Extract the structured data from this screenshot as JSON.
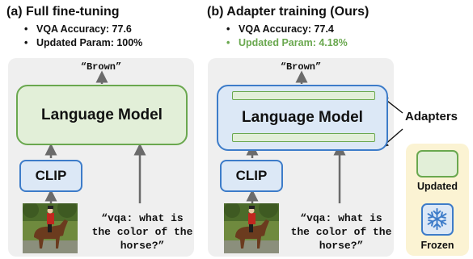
{
  "left": {
    "title": "(a) Full fine-tuning",
    "bullet1": "VQA Accuracy: 77.6",
    "bullet2": "Updated Param: 100%",
    "output": "“Brown”",
    "model_label": "Language Model",
    "encoder_label": "CLIP",
    "query": "“vqa: what is\nthe color of the\nhorse?”"
  },
  "right": {
    "title": "(b) Adapter training (Ours)",
    "bullet1": "VQA Accuracy: 77.4",
    "bullet2": "Updated Param: 4.18%",
    "output": "“Brown”",
    "model_label": "Language Model",
    "encoder_label": "CLIP",
    "query": "“vqa: what is\nthe color of the\nhorse?”",
    "adapters_label": "Adapters"
  },
  "legend": {
    "updated_label": "Updated",
    "frozen_label": "Frozen"
  },
  "bullet_symbol": "•",
  "colors": {
    "updated_green": "#6aa84f",
    "frozen_blue": "#3d7cc9",
    "panel_gray": "#efefef",
    "legend_bg": "#fbf3d3"
  }
}
